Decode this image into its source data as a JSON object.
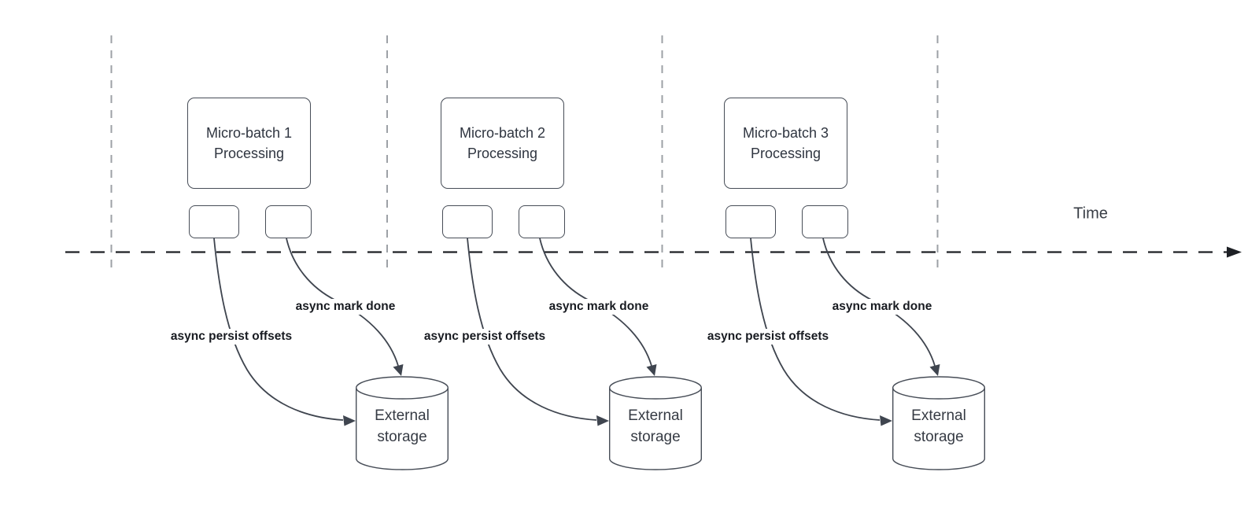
{
  "diagram": {
    "time_label": "Time",
    "groups": [
      {
        "title": "Micro-batch 1 Processing",
        "persist_label": "async persist offsets",
        "done_label": "async mark done",
        "storage_label": "External storage"
      },
      {
        "title": "Micro-batch 2 Processing",
        "persist_label": "async persist offsets",
        "done_label": "async mark done",
        "storage_label": "External storage"
      },
      {
        "title": "Micro-batch 3 Processing",
        "persist_label": "async persist offsets",
        "done_label": "async mark done",
        "storage_label": "External storage"
      }
    ],
    "colors": {
      "shape_stroke": "#474d57",
      "arrow_stroke": "#3f454f",
      "timeline_stroke": "#1d2025",
      "guide_line": "#9da1a6",
      "bold_label_text": "#181b21",
      "shape_text": "#2f3540"
    }
  }
}
